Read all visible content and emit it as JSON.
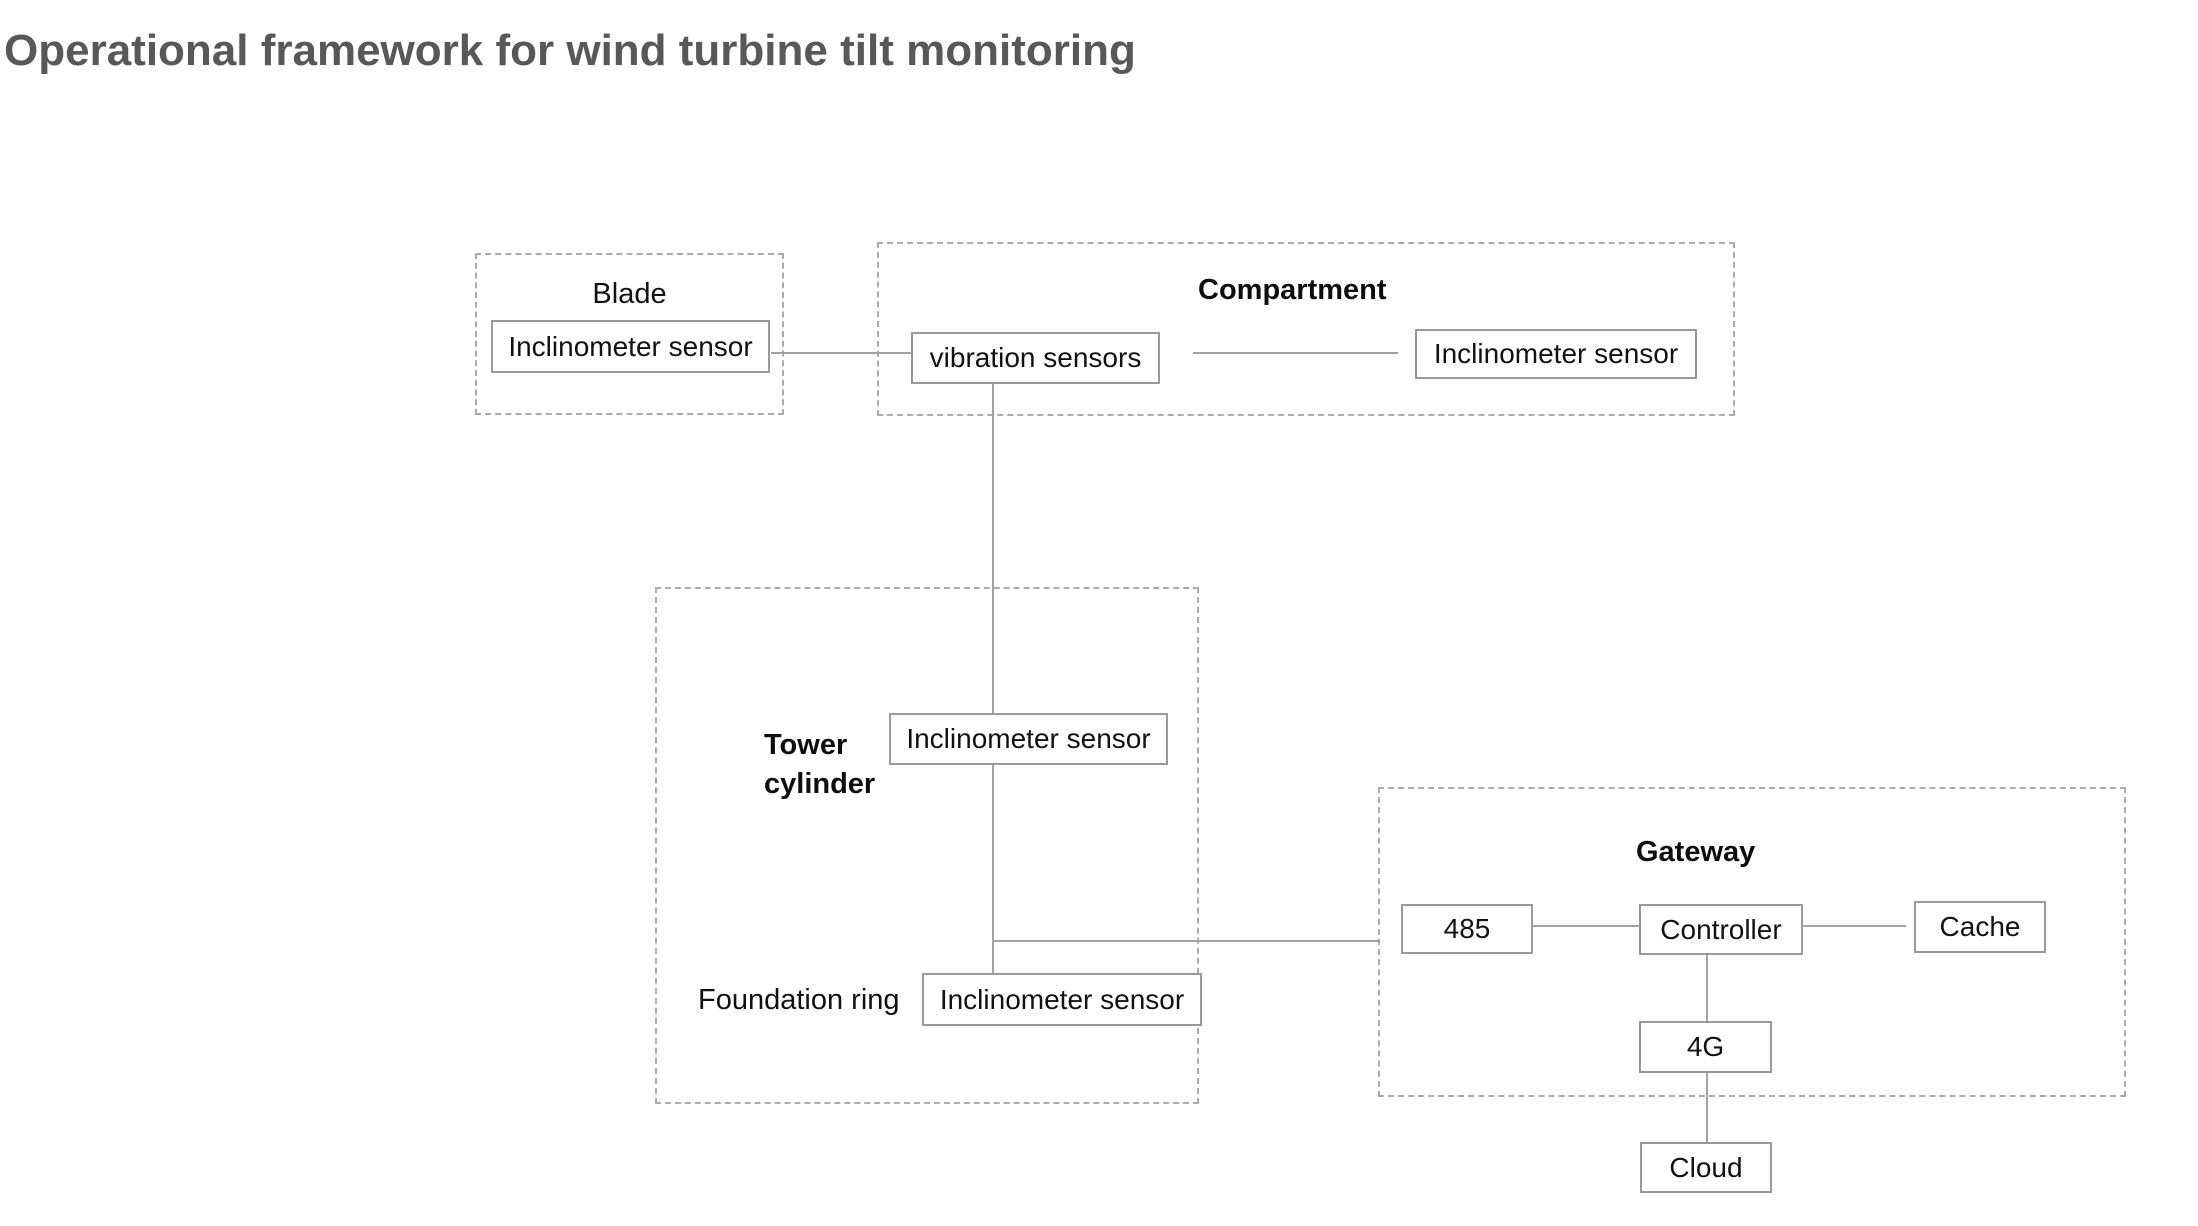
{
  "title": "Operational framework for wind turbine tilt monitoring",
  "groups": {
    "blade": {
      "title": "Blade",
      "inclinometer": "Inclinometer sensor"
    },
    "compartment": {
      "title": "Compartment",
      "vibration_sensors": "vibration sensors",
      "inclinometer": "Inclinometer sensor"
    },
    "tower_cylinder": {
      "title": "Tower cylinder",
      "inclinometer": "Inclinometer sensor",
      "foundation_ring": "Foundation ring",
      "foundation_inclinometer": "Inclinometer sensor"
    },
    "gateway": {
      "title": "Gateway",
      "rs485": "485",
      "controller": "Controller",
      "cache": "Cache",
      "modem": "4G"
    }
  },
  "cloud": {
    "label": "Cloud"
  },
  "colors": {
    "background": "#ffffff",
    "title_text": "#58585a",
    "group_border": "#aaabad",
    "box_border": "#9a9a9a",
    "connector": "#a2a2a2",
    "label_text": "#111111"
  }
}
